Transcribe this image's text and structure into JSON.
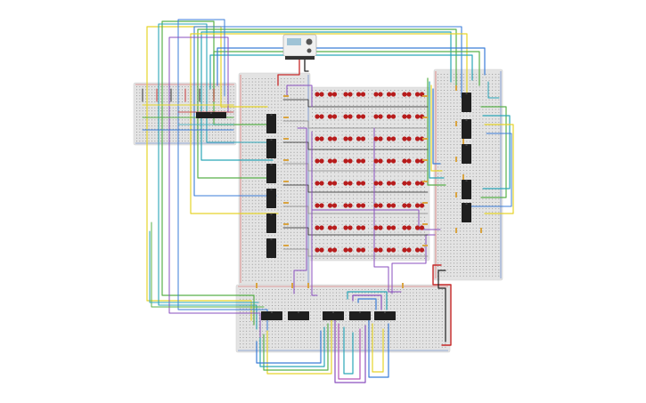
{
  "canvas": {
    "background": "#ffffff"
  },
  "colors": {
    "breadboard": "#e3e3e3",
    "breadboard_edge": "#d2d2d2",
    "hole": "#8c8c8c",
    "rail_red": "#d9534f",
    "rail_blue": "#4a74c9",
    "chip": "#1f1f1f",
    "led": "#b71c1c",
    "resistor": "#d9a441",
    "supply_body": "#f0f0f0",
    "supply_screen": "#9fc3d6",
    "wires": {
      "yellow": "#e6d42a",
      "green": "#59b04a",
      "teal": "#2ba6b8",
      "blue": "#3b7dd8",
      "purple": "#8a4fbf",
      "magenta": "#b455b8",
      "orange": "#e8892b",
      "red": "#c62828",
      "black": "#222222",
      "gray": "#888888"
    }
  },
  "components": {
    "power_supply": {
      "name": "bench-power-supply"
    },
    "led_matrix": {
      "rows": 8,
      "columns": 8,
      "color_key": "led"
    },
    "chips_left_column": {
      "count": 6
    },
    "chips_right_column": {
      "count": 5
    },
    "chips_bottom_row": {
      "count": 5
    },
    "chips_input_board": {
      "count": 1
    }
  }
}
